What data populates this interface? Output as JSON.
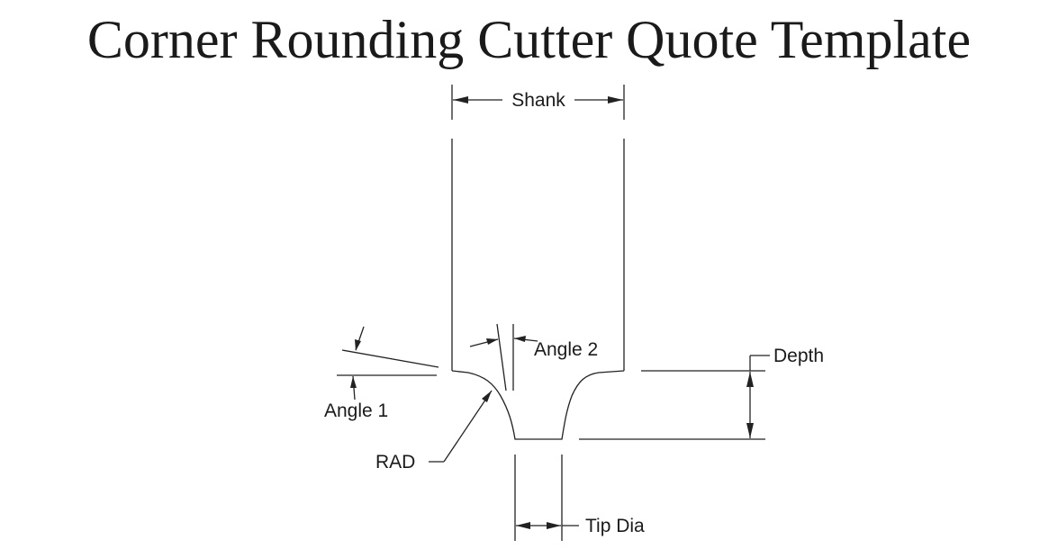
{
  "title": "Corner Rounding Cutter Quote Template",
  "labels": {
    "shank": "Shank",
    "angle_1": "Angle 1",
    "angle_2": "Angle 2",
    "depth": "Depth",
    "rad": "RAD",
    "tip_dia": "Tip Dia"
  }
}
